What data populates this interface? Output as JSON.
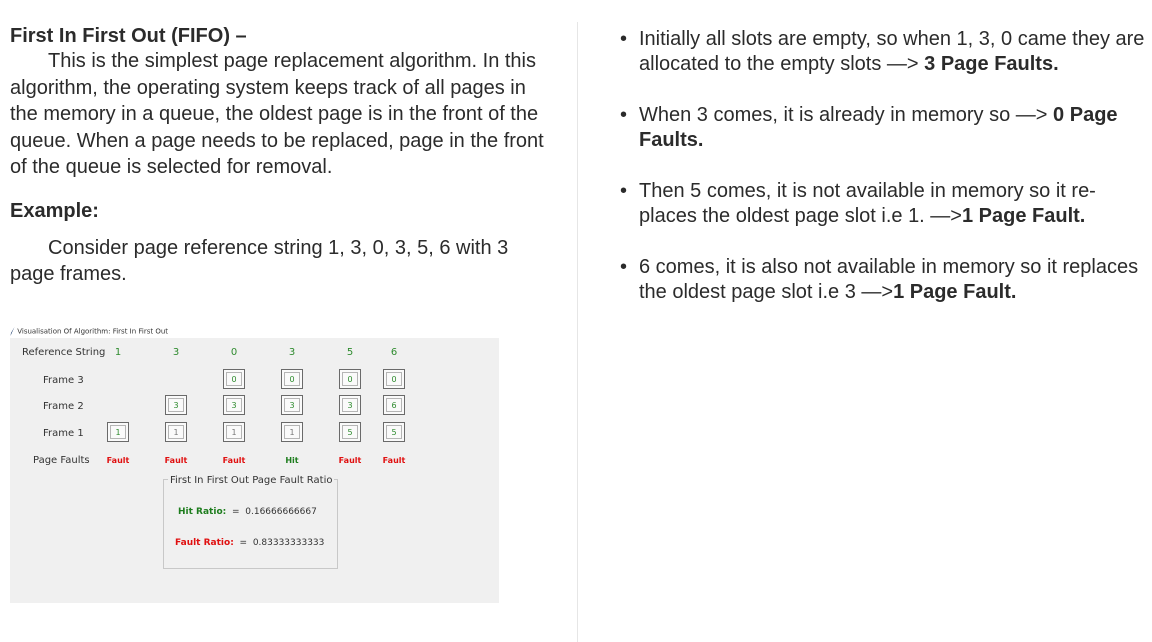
{
  "left": {
    "heading": "First In First Out (FIFO) –",
    "paragraph_first_line": "This is the simplest page replacement algorithm. In this",
    "paragraph_lines": [
      "algorithm, the operating system keeps track of all pages in",
      "the memory in a queue, the oldest page is in the front of the",
      "queue. When a page needs to be replaced, page in the front",
      "of the queue is selected for removal."
    ],
    "example_heading": "Example:",
    "example_line1": "Consider page reference string 1, 3, 0, 3, 5, 6 with 3",
    "example_line2": "page frames."
  },
  "visualization": {
    "caption": "Visualisation Of Algorithm: First In First Out",
    "labels": {
      "reference": "Reference String",
      "frame3": "Frame 3",
      "frame2": "Frame 2",
      "frame1": "Frame 1",
      "faults": "Page Faults"
    },
    "reference_string": [
      "1",
      "3",
      "0",
      "3",
      "5",
      "6"
    ],
    "frames": {
      "frame3": [
        "",
        "",
        "0",
        "0",
        "0",
        "0"
      ],
      "frame2": [
        "",
        "3",
        "3",
        "3",
        "3",
        "6"
      ],
      "frame1": [
        "1",
        "1",
        "1",
        "1",
        "5",
        "5"
      ]
    },
    "results": [
      "Fault",
      "Fault",
      "Fault",
      "Hit",
      "Fault",
      "Fault"
    ],
    "ratio_title": "First In First Out Page Fault Ratio",
    "hit_label": "Hit Ratio:",
    "hit_value": "0.16666666667",
    "fault_label": "Fault Ratio:",
    "fault_value": "0.83333333333",
    "equals": "=",
    "colors": {
      "hit": "#1e7d1e",
      "fault": "#e01010",
      "reference": "#2e8b2e",
      "panel": "#f0f0f0"
    }
  },
  "right": {
    "bullets": [
      {
        "lines": [
          "Initially all slots are empty, so when 1, 3, 0 came they are"
        ],
        "tail_text": "allocated to the empty slots —> ",
        "tail_bold": "3 Page Faults."
      },
      {
        "lines": [],
        "text_part": "When 3 comes, it is already in  memory so —> ",
        "bold_part": "0 Page",
        "second_line_bold": "Faults."
      },
      {
        "lines": [
          "Then 5 comes, it is not available in  memory so it re-"
        ],
        "tail_text": "places the oldest page slot i.e 1. —>",
        "tail_bold": "1 Page Fault."
      },
      {
        "lines": [
          "6 comes, it is also not available in memory so it replaces"
        ],
        "tail_text": "the oldest page slot i.e 3 —>",
        "tail_bold": "1 Page Fault."
      }
    ],
    "bullet_char": "•"
  }
}
